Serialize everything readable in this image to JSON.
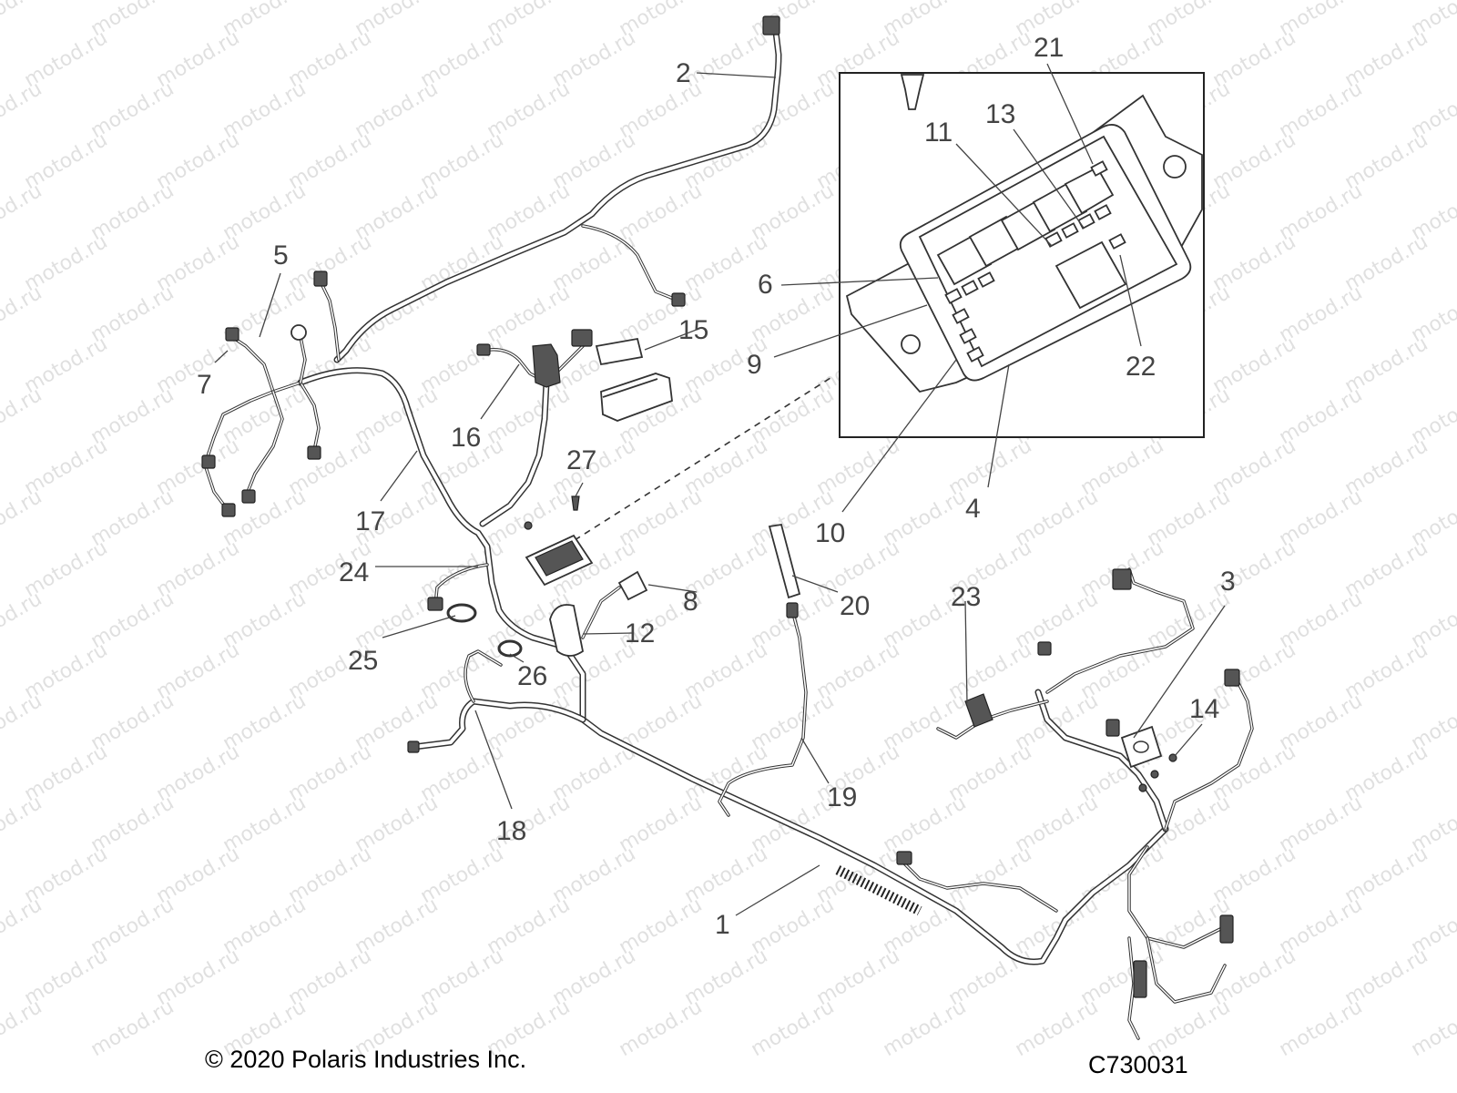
{
  "watermark": "motod.ru",
  "callouts": [
    {
      "id": "c1",
      "label": "1"
    },
    {
      "id": "c2",
      "label": "2"
    },
    {
      "id": "c3",
      "label": "3"
    },
    {
      "id": "c4",
      "label": "4"
    },
    {
      "id": "c5",
      "label": "5"
    },
    {
      "id": "c6",
      "label": "6"
    },
    {
      "id": "c7",
      "label": "7"
    },
    {
      "id": "c8",
      "label": "8"
    },
    {
      "id": "c9",
      "label": "9"
    },
    {
      "id": "c10",
      "label": "10"
    },
    {
      "id": "c11",
      "label": "11"
    },
    {
      "id": "c12",
      "label": "12"
    },
    {
      "id": "c13",
      "label": "13"
    },
    {
      "id": "c14",
      "label": "14"
    },
    {
      "id": "c15",
      "label": "15"
    },
    {
      "id": "c16",
      "label": "16"
    },
    {
      "id": "c17",
      "label": "17"
    },
    {
      "id": "c18",
      "label": "18"
    },
    {
      "id": "c19",
      "label": "19"
    },
    {
      "id": "c20",
      "label": "20"
    },
    {
      "id": "c21",
      "label": "21"
    },
    {
      "id": "c22",
      "label": "22"
    },
    {
      "id": "c23",
      "label": "23"
    },
    {
      "id": "c24",
      "label": "24"
    },
    {
      "id": "c25",
      "label": "25"
    },
    {
      "id": "c26",
      "label": "26"
    },
    {
      "id": "c27",
      "label": "27"
    }
  ],
  "footer": {
    "copyright": "© 2020 Polaris Industries Inc.",
    "code": "C730031"
  }
}
